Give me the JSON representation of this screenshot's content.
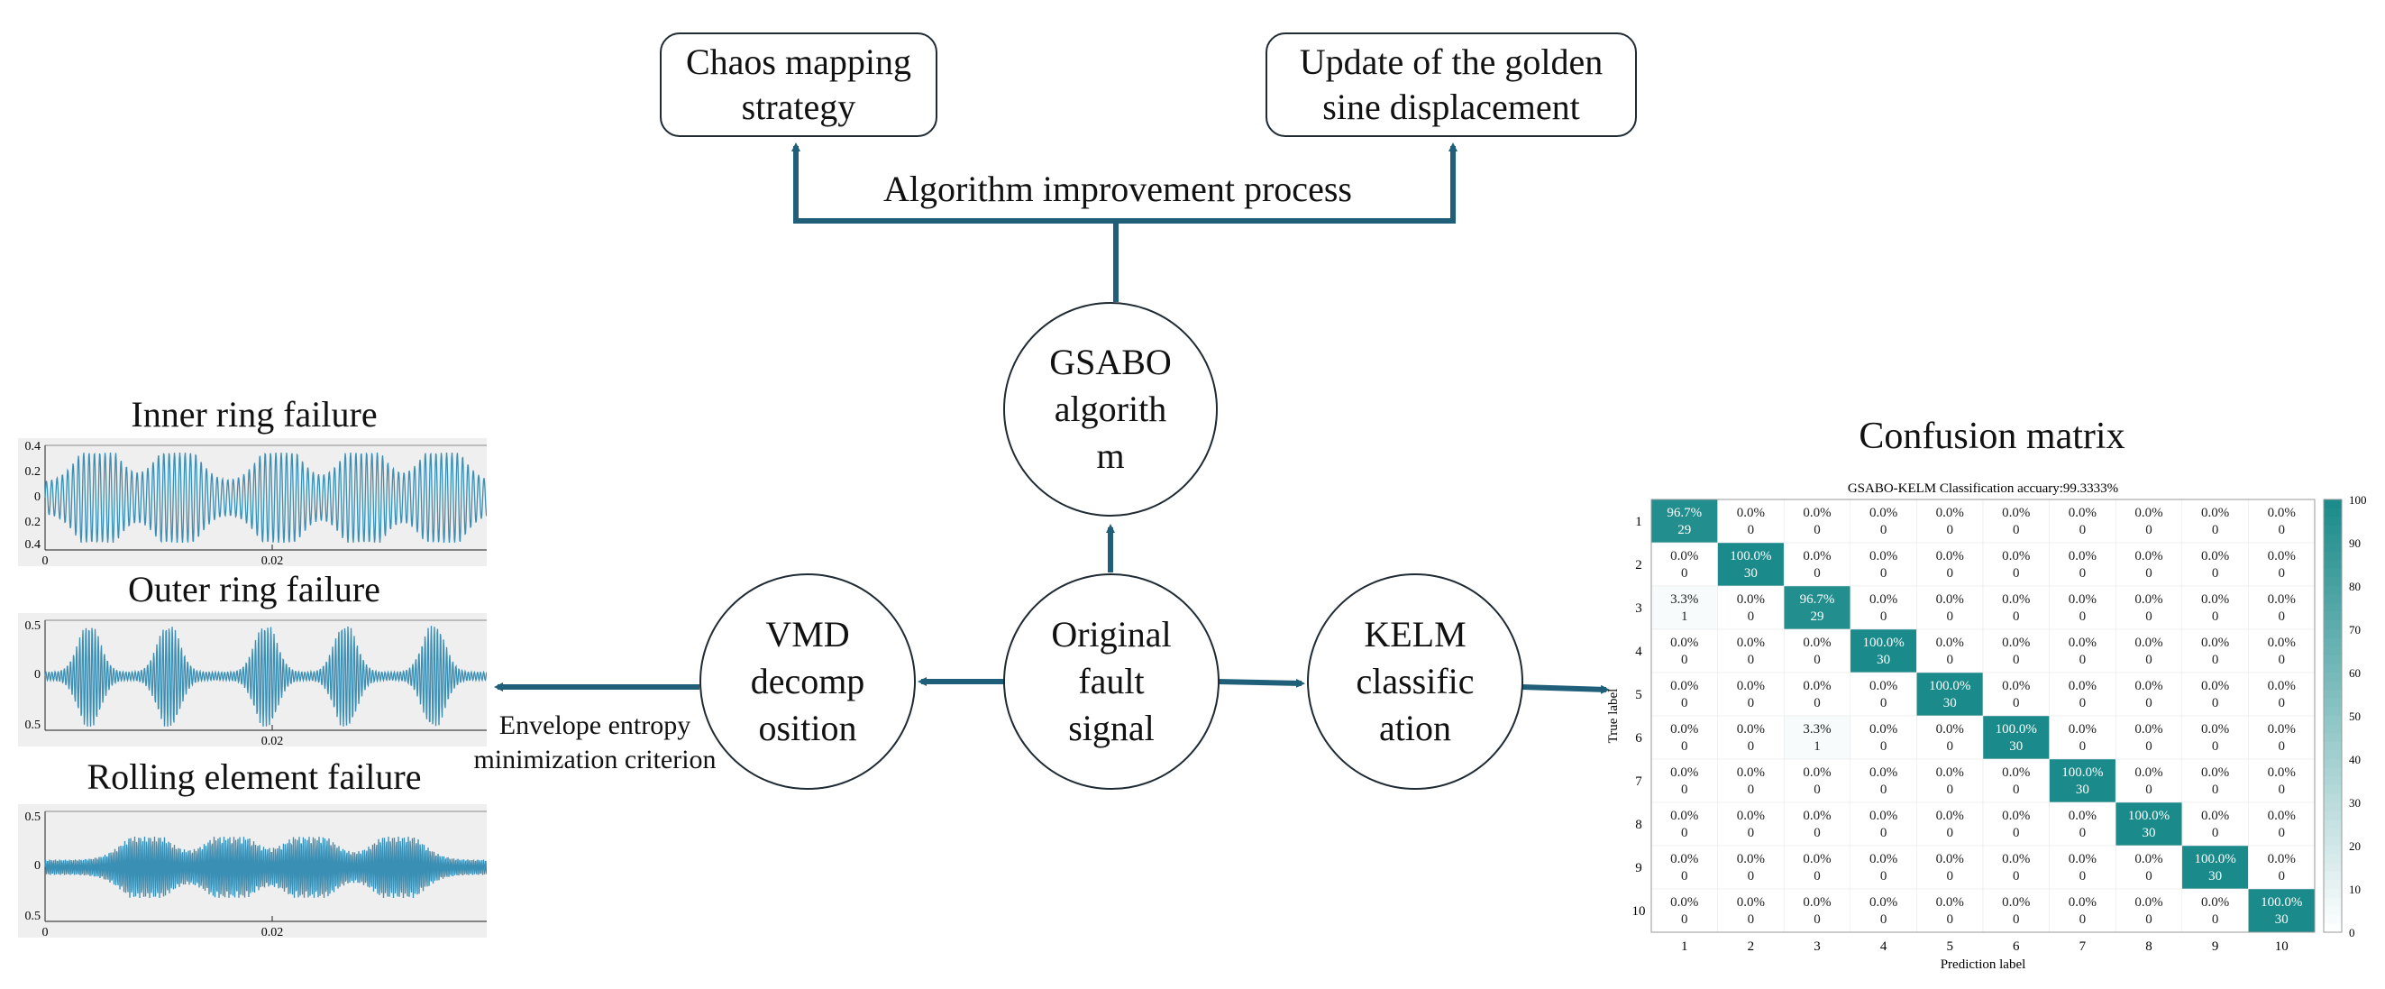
{
  "boxes": {
    "chaos_line1": "Chaos mapping",
    "chaos_line2": "strategy",
    "golden_line1": "Update of the golden",
    "golden_line2": "sine displacement"
  },
  "process_label": "Algorithm improvement process",
  "circles": {
    "gsabo": [
      "GSABO",
      "algorith",
      "m"
    ],
    "vmd": [
      "VMD",
      "decomp",
      "osition"
    ],
    "original": [
      "Original",
      "fault",
      "signal"
    ],
    "kelm": [
      "KELM",
      "classific",
      "ation"
    ]
  },
  "envelope_label_line1": "Envelope entropy",
  "envelope_label_line2": "minimization criterion",
  "signals": [
    {
      "title": "Inner ring failure",
      "yticks": [
        "0.4",
        "0.2",
        "0",
        "0.2",
        "0.4"
      ],
      "xticks": [
        "0",
        "0.02"
      ]
    },
    {
      "title": "Outer ring failure",
      "yticks": [
        "0.5",
        "0",
        "0.5"
      ],
      "xticks": [
        "0.02"
      ]
    },
    {
      "title": "Rolling element failure",
      "yticks": [
        "0.5",
        "0",
        "0.5"
      ],
      "xticks": [
        "0",
        "0.02"
      ]
    }
  ],
  "chart_data": {
    "type": "heatmap",
    "heading": "Confusion matrix",
    "title": "GSABO-KELM Classification accuary:99.3333%",
    "xlabel": "Prediction label",
    "ylabel": "True label",
    "x": [
      "1",
      "2",
      "3",
      "4",
      "5",
      "6",
      "7",
      "8",
      "9",
      "10"
    ],
    "y": [
      "1",
      "2",
      "3",
      "4",
      "5",
      "6",
      "7",
      "8",
      "9",
      "10"
    ],
    "counts": [
      [
        29,
        0,
        0,
        0,
        0,
        0,
        0,
        0,
        0,
        0
      ],
      [
        0,
        30,
        0,
        0,
        0,
        0,
        0,
        0,
        0,
        0
      ],
      [
        1,
        0,
        29,
        0,
        0,
        0,
        0,
        0,
        0,
        0
      ],
      [
        0,
        0,
        0,
        30,
        0,
        0,
        0,
        0,
        0,
        0
      ],
      [
        0,
        0,
        0,
        0,
        30,
        0,
        0,
        0,
        0,
        0
      ],
      [
        0,
        0,
        1,
        0,
        0,
        30,
        0,
        0,
        0,
        0
      ],
      [
        0,
        0,
        0,
        0,
        0,
        0,
        30,
        0,
        0,
        0
      ],
      [
        0,
        0,
        0,
        0,
        0,
        0,
        0,
        30,
        0,
        0
      ],
      [
        0,
        0,
        0,
        0,
        0,
        0,
        0,
        0,
        30,
        0
      ],
      [
        0,
        0,
        0,
        0,
        0,
        0,
        0,
        0,
        0,
        30
      ]
    ],
    "percents": [
      [
        "96.7%",
        "0.0%",
        "0.0%",
        "0.0%",
        "0.0%",
        "0.0%",
        "0.0%",
        "0.0%",
        "0.0%",
        "0.0%"
      ],
      [
        "0.0%",
        "100.0%",
        "0.0%",
        "0.0%",
        "0.0%",
        "0.0%",
        "0.0%",
        "0.0%",
        "0.0%",
        "0.0%"
      ],
      [
        "3.3%",
        "0.0%",
        "96.7%",
        "0.0%",
        "0.0%",
        "0.0%",
        "0.0%",
        "0.0%",
        "0.0%",
        "0.0%"
      ],
      [
        "0.0%",
        "0.0%",
        "0.0%",
        "100.0%",
        "0.0%",
        "0.0%",
        "0.0%",
        "0.0%",
        "0.0%",
        "0.0%"
      ],
      [
        "0.0%",
        "0.0%",
        "0.0%",
        "0.0%",
        "100.0%",
        "0.0%",
        "0.0%",
        "0.0%",
        "0.0%",
        "0.0%"
      ],
      [
        "0.0%",
        "0.0%",
        "3.3%",
        "0.0%",
        "0.0%",
        "100.0%",
        "0.0%",
        "0.0%",
        "0.0%",
        "0.0%"
      ],
      [
        "0.0%",
        "0.0%",
        "0.0%",
        "0.0%",
        "0.0%",
        "0.0%",
        "100.0%",
        "0.0%",
        "0.0%",
        "0.0%"
      ],
      [
        "0.0%",
        "0.0%",
        "0.0%",
        "0.0%",
        "0.0%",
        "0.0%",
        "0.0%",
        "100.0%",
        "0.0%",
        "0.0%"
      ],
      [
        "0.0%",
        "0.0%",
        "0.0%",
        "0.0%",
        "0.0%",
        "0.0%",
        "0.0%",
        "0.0%",
        "100.0%",
        "0.0%"
      ],
      [
        "0.0%",
        "0.0%",
        "0.0%",
        "0.0%",
        "0.0%",
        "0.0%",
        "0.0%",
        "0.0%",
        "0.0%",
        "100.0%"
      ]
    ],
    "colorbar_ticks": [
      "100",
      "90",
      "80",
      "70",
      "60",
      "50",
      "40",
      "30",
      "20",
      "10",
      "0"
    ],
    "colorbar_range": [
      0,
      100
    ],
    "colors": {
      "high": "#1a8a8a",
      "low": "#ffffff",
      "text_dark": "#222222",
      "text_light": "#ffffff"
    }
  },
  "colors": {
    "arrow": "#1f5f7a",
    "signal": "#3a8fb5",
    "border": "#1f2a33"
  }
}
